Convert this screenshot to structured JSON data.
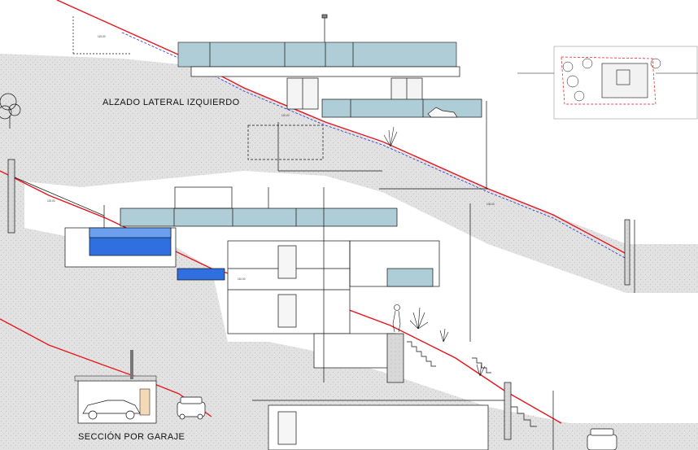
{
  "labels": {
    "elevation_title": "ALZADO LATERAL IZQUIERDO",
    "garage_section_title": "SECCIÓN POR GARAJE"
  },
  "levels": {
    "upper_a": "115.00",
    "upper_b": "110.00",
    "upper_c": "105.00",
    "mid_a": "115.00",
    "mid_b": "110.00"
  },
  "colors": {
    "terrain_line": "#e8141b",
    "hatch": "#dcdcdc",
    "glass": "#aecdd6",
    "pool": "#2f6fe0",
    "lines": "#111111"
  },
  "icons": [
    "site-plan-thumbnail",
    "tree-icon",
    "car-icon",
    "person-icon",
    "plant-icon",
    "lounger-icon",
    "chimney-icon"
  ]
}
